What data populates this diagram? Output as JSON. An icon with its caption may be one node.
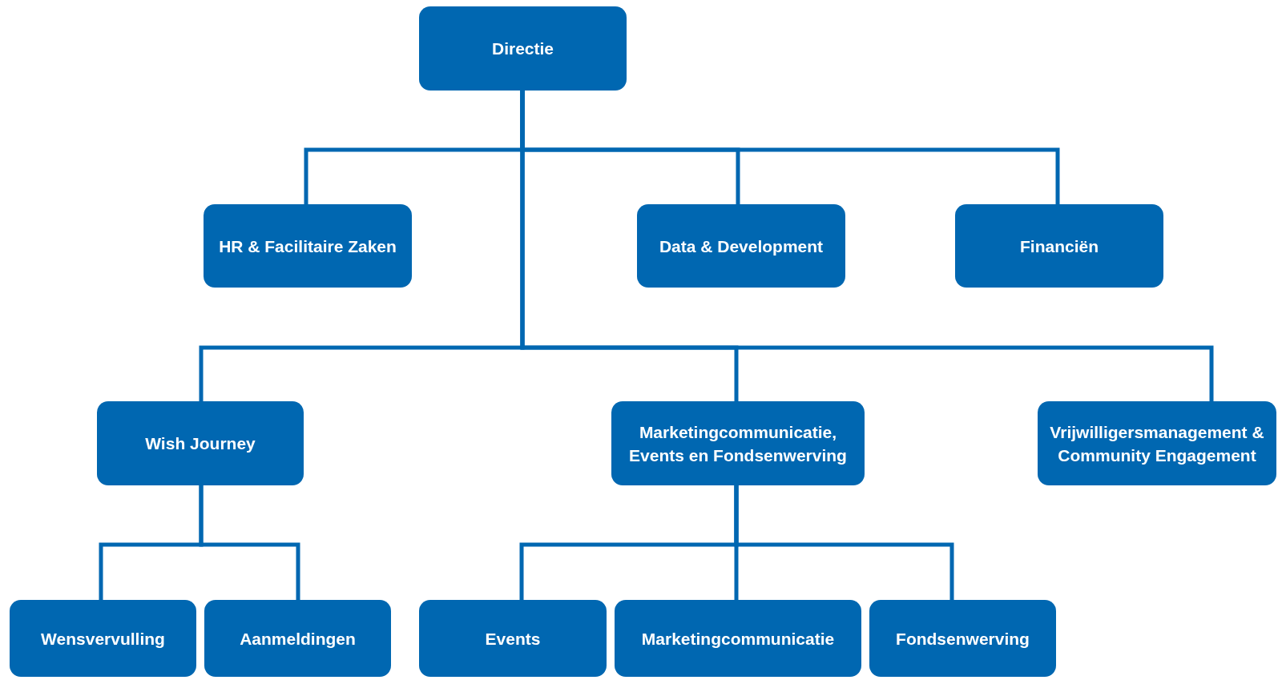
{
  "diagram": {
    "nodes": [
      {
        "text": [
          "Directie"
        ]
      },
      {
        "text": [
          "HR & Facilitaire Zaken"
        ]
      },
      {
        "text": [
          "Data & Development"
        ]
      },
      {
        "text": [
          "Financiën"
        ]
      },
      {
        "text": [
          "Wish Journey"
        ]
      },
      {
        "text": [
          "Marketingcommunicatie, Events en Fondsenwerving"
        ]
      },
      {
        "text": [
          "Vrijwilligersmanagement & Community Engagement"
        ]
      },
      {
        "text": [
          "Wensvervulling"
        ]
      },
      {
        "text": [
          "Aanmeldingen"
        ]
      },
      {
        "text": [
          "Events"
        ]
      },
      {
        "text": [
          "Marketingcommunicatie"
        ]
      },
      {
        "text": [
          "Fondsenwerving"
        ]
      }
    ],
    "edges": [
      {
        "from": 0,
        "to": 1,
        "arrow": "none"
      },
      {
        "from": 0,
        "to": 2,
        "arrow": "none"
      },
      {
        "from": 0,
        "to": 3,
        "arrow": "none"
      },
      {
        "from": 0,
        "to": 4,
        "arrow": "none"
      },
      {
        "from": 0,
        "to": 5,
        "arrow": "none"
      },
      {
        "from": 0,
        "to": 6,
        "arrow": "none"
      },
      {
        "from": 4,
        "to": 7,
        "arrow": "none"
      },
      {
        "from": 4,
        "to": 8,
        "arrow": "none"
      },
      {
        "from": 5,
        "to": 9,
        "arrow": "none"
      },
      {
        "from": 5,
        "to": 10,
        "arrow": "none"
      },
      {
        "from": 5,
        "to": 11,
        "arrow": "none"
      }
    ]
  }
}
